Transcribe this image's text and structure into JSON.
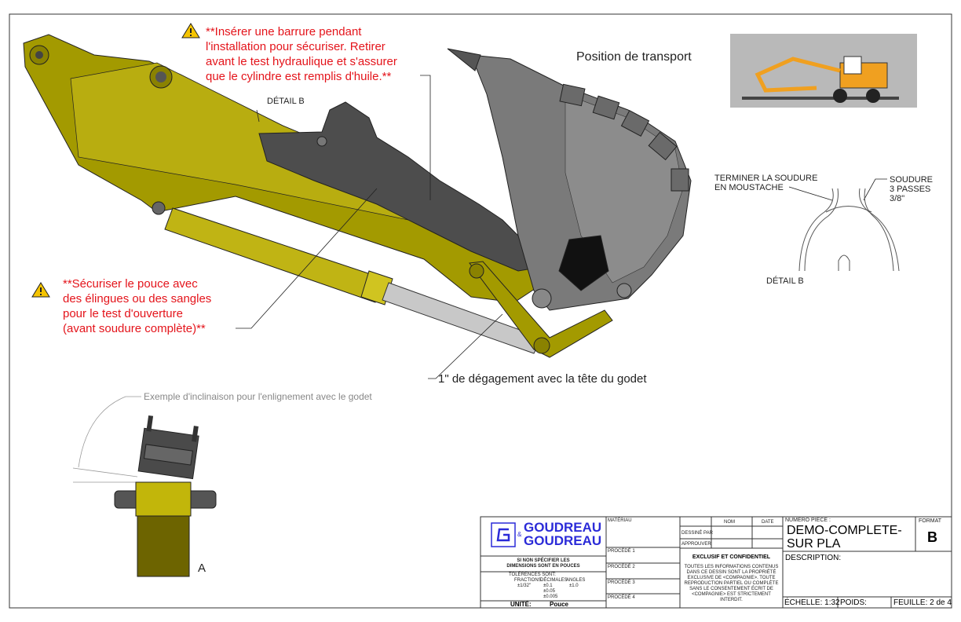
{
  "notes": {
    "warning_top": [
      "**Insérer une barrure pendant",
      "l'installation pour sécuriser. Retirer",
      "avant le test hydraulique et s'assurer",
      "que le cylindre est remplis d'huile.**"
    ],
    "warning_left": [
      "**Sécuriser le pouce avec",
      "des élingues ou des sangles",
      "pour le test d'ouverture",
      "(avant soudure complète)**"
    ],
    "detail_b_callout": "DÉTAIL B",
    "transport_label": "Position de transport",
    "clearance": "1\" de dégagement avec la tête du godet",
    "tilt_example": "Exemple d'inclinaison pour l'enlignement avec le godet",
    "view_a": "A",
    "detail_b": {
      "left_note": [
        "TERMINER LA SOUDURE",
        "EN MOUSTACHE"
      ],
      "right_note": [
        "SOUDURE",
        "3 PASSES",
        "3/8\""
      ],
      "label": "DÉTAIL B"
    }
  },
  "title_block": {
    "company_line1": "GOUDREAU",
    "company_amp": "&",
    "company_line2": "GOUDREAU",
    "unless_specified": [
      "SI NON SPÉCIFIER LES",
      "DIMENSIONS SONT EN POUCES"
    ],
    "tolerances_label": "TOLÉRENCES SONT:",
    "tol_headers": [
      "FRACTIONS",
      "DÉCIMALES",
      "ANGLES"
    ],
    "tol_fraction": "±1/32\"",
    "tol_decimals": [
      "±0.1",
      "±0.05",
      "±0.005"
    ],
    "tol_angle": "±1.0",
    "unit_label": "UNITÉ:",
    "unit_value": "Pouce",
    "material": "MATÉRIAU",
    "processes": [
      "PROCÉDÉ 1",
      "PROCÉDÉ 2",
      "PROCÉDÉ 3",
      "PROCÉDÉ 4"
    ],
    "col_name": "NOM",
    "col_date": "DATE",
    "drawn_by": "DESSINÉ PAR",
    "approved": "APPROUVER",
    "confidential_title": "EXCLUSIF ET CONFIDENTIEL",
    "confidential_text": [
      "TOUTES LES INFORMATIONS CONTENUS",
      "DANS CE DESSIN SONT LA PROPRIÉTÉ",
      "EXCLUSIVE DE <COMPAGNIE>. TOUTE",
      "REPRODUCTION PARTIEL OU COMPLÈTE",
      "SANS LE CONSENTEMENT ÉCRIT DE",
      "<COMPAGNIE> EST STRICTEMENT INTERDIT."
    ],
    "part_number_label": "NUMÉRO PIÈCE :",
    "part_number": "DEMO-COMPLETE-SUR PLA",
    "format_label": "FORMAT",
    "format_value": "B",
    "description_label": "DESCRIPTION:",
    "scale": "ÉCHELLE: 1:32",
    "weight": "POIDS:",
    "sheet": "FEUILLE: 2 de 4"
  },
  "colors": {
    "warning_red": "#e4141b",
    "logo_blue": "#2b2bd8",
    "boom_yellow": "#a39a00"
  }
}
